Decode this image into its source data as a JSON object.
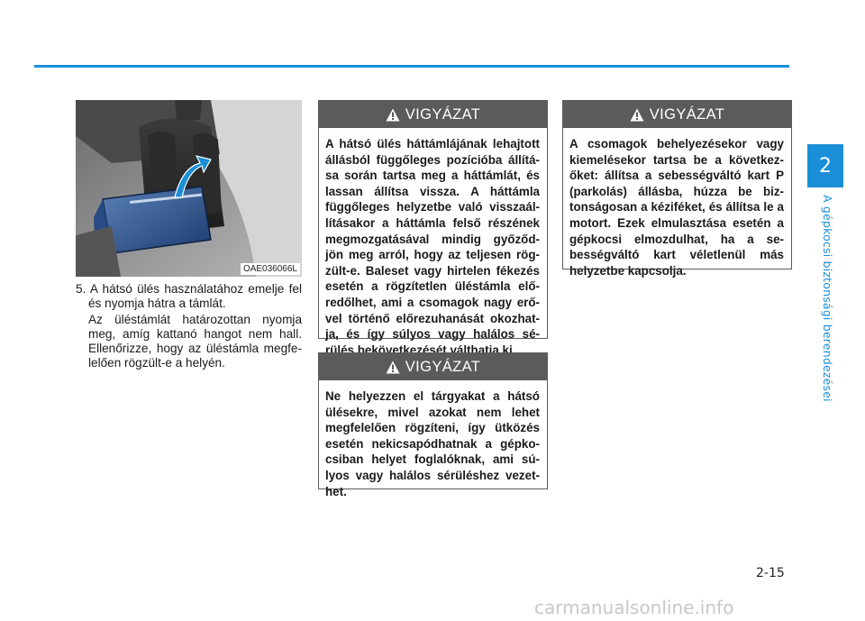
{
  "header": {
    "accent_color": "#1a8fd8"
  },
  "side_tab": {
    "chapter": "2",
    "label": "A gépkocsi biztonsági berendezései"
  },
  "figure": {
    "code": "OAE036066L"
  },
  "step": {
    "line1": "5. A hátsó ülés használatához emelje fel és nyomja hátra a támlát.",
    "line2": "Az üléstámlát határozottan nyomja meg, amíg kattanó hangot nem hall. Ellenőrizze, hogy az üléstámla megfe-lelően rögzült-e a helyén."
  },
  "warnings": [
    {
      "title": "VIGYÁZAT",
      "body": "A hátsó ülés háttámlájának lehajtott állásból függőleges pozícióba állítá-sa során tartsa meg a háttámlát, és lassan állítsa vissza. A háttámla függőleges helyzetbe való visszaál-lításakor a háttámla felső részének megmozgatásával mindig győződ-jön meg arról, hogy az teljesen rög-zült-e. Baleset vagy hirtelen fékezés esetén a rögzítetlen üléstámla elő-redőlhet, ami a csomagok nagy erő-vel történő előrezuhanását okozhat-ja, és így súlyos vagy halálos sé-rülés bekövetkezését válthatja ki."
    },
    {
      "title": "VIGYÁZAT",
      "body": "Ne helyezzen el tárgyakat a hátsó ülésekre, mivel azokat nem lehet megfelelően rögzíteni, így ütközés esetén nekicsapódhatnak a gépko-csiban helyet foglalóknak, ami sú-lyos vagy halálos sérüléshez vezet-het."
    },
    {
      "title": "VIGYÁZAT",
      "body": "A csomagok behelyezésekor vagy kiemelésekor tartsa be a következ-őket: állítsa a sebességváltó kart P (parkolás) állásba, húzza be biz-tonságosan a kéziféket, és állítsa le a motort. Ezek elmulasztása esetén a gépkocsi elmozdulhat, ha a se-bességváltó kart véletlenül más helyzetbe kapcsolja."
    }
  ],
  "page_number": "2-15",
  "watermark": "carmanualsonline.info"
}
